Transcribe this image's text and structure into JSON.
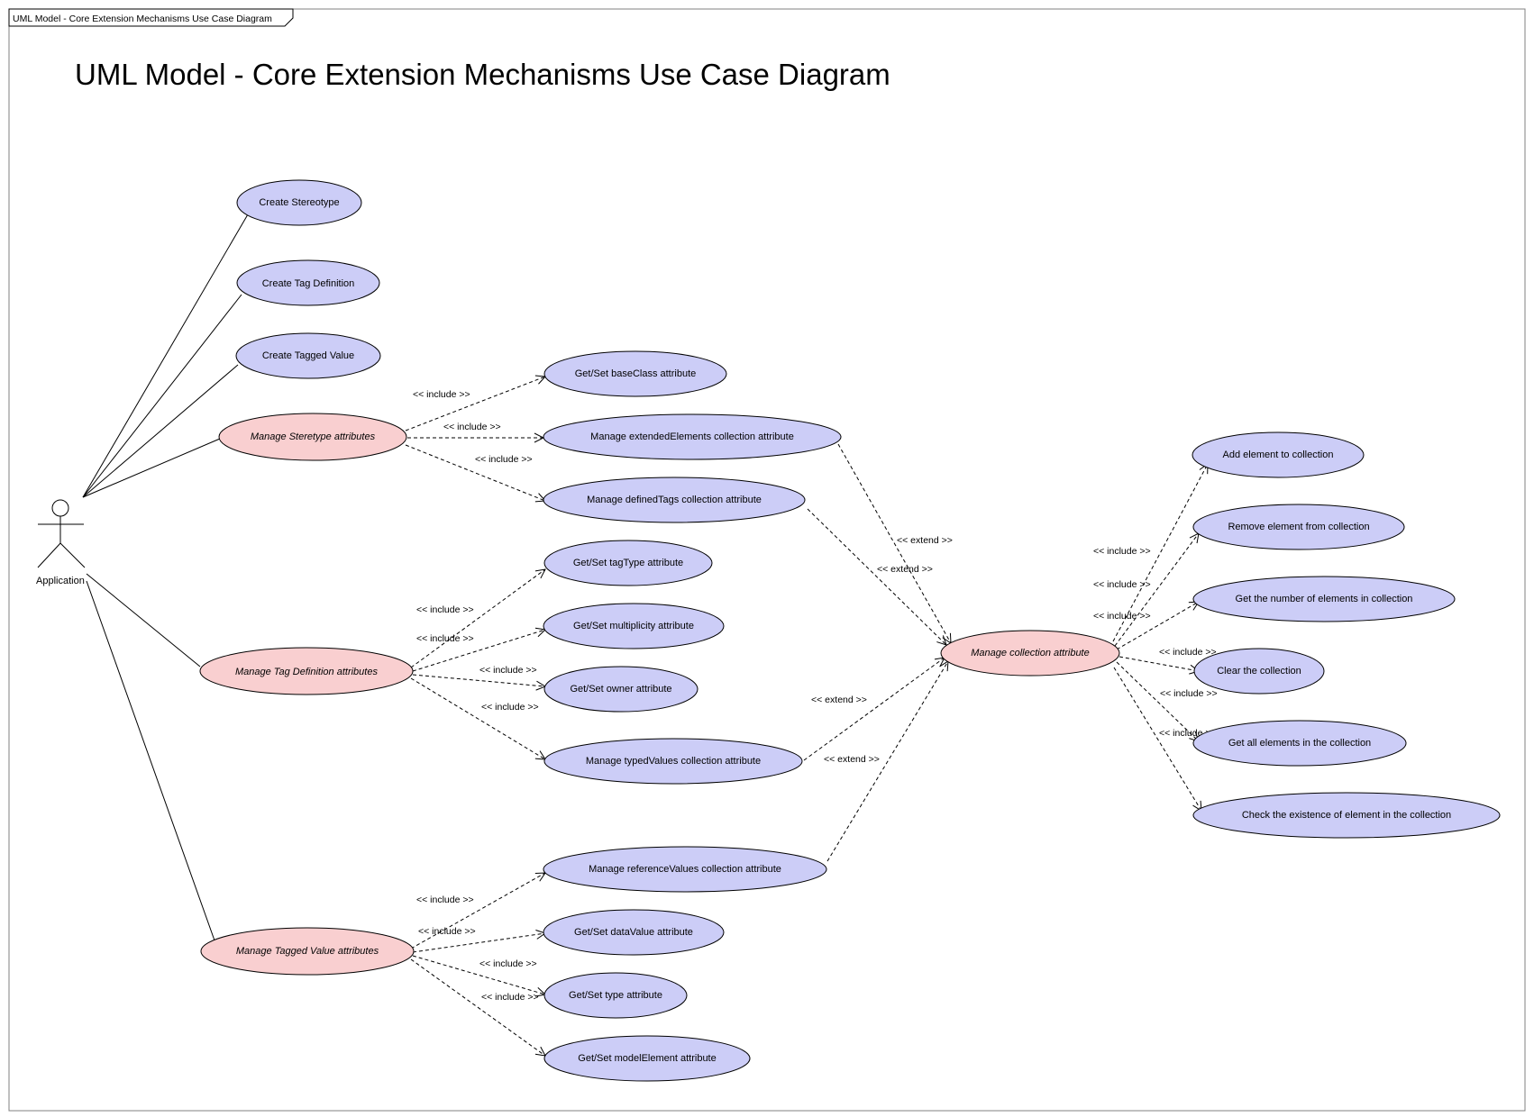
{
  "frame_tab": "UML Model - Core Extension Mechanisms Use Case Diagram",
  "title": "UML Model - Core Extension Mechanisms Use Case Diagram",
  "actor": {
    "name": "Application"
  },
  "colors": {
    "usecase_fill": "#cccdf7",
    "abstract_fill": "#f9cfd0",
    "stroke": "#000000"
  },
  "usecases": {
    "create_stereotype": "Create Stereotype",
    "create_tag_definition": "Create Tag Definition",
    "create_tagged_value": "Create Tagged Value",
    "manage_stereotype_attrs": "Manage Steretype attributes",
    "manage_tagdef_attrs": "Manage Tag Definition attributes",
    "manage_taggedvalue_attrs": "Manage Tagged Value attributes",
    "getset_baseclass": "Get/Set baseClass attribute",
    "manage_extendedelements": "Manage extendedElements collection attribute",
    "manage_definedtags": "Manage definedTags collection attribute",
    "getset_tagtype": "Get/Set tagType attribute",
    "getset_multiplicity": "Get/Set multiplicity attribute",
    "getset_owner": "Get/Set owner attribute",
    "manage_typedvalues": "Manage typedValues collection attribute",
    "manage_referencevalues": "Manage referenceValues collection attribute",
    "getset_datavalue": "Get/Set dataValue attribute",
    "getset_type": "Get/Set type attribute",
    "getset_modelelement": "Get/Set modelElement attribute",
    "manage_collection": "Manage collection attribute",
    "add_element": "Add  element to collection",
    "remove_element": "Remove element from collection",
    "get_number": "Get the number of elements in collection",
    "clear_collection": "Clear the collection",
    "get_all": "Get all elements in the collection",
    "check_existence": "Check the existence of element in the collection"
  },
  "relations": {
    "include": "<< include >>",
    "extend": "<< extend >>"
  }
}
